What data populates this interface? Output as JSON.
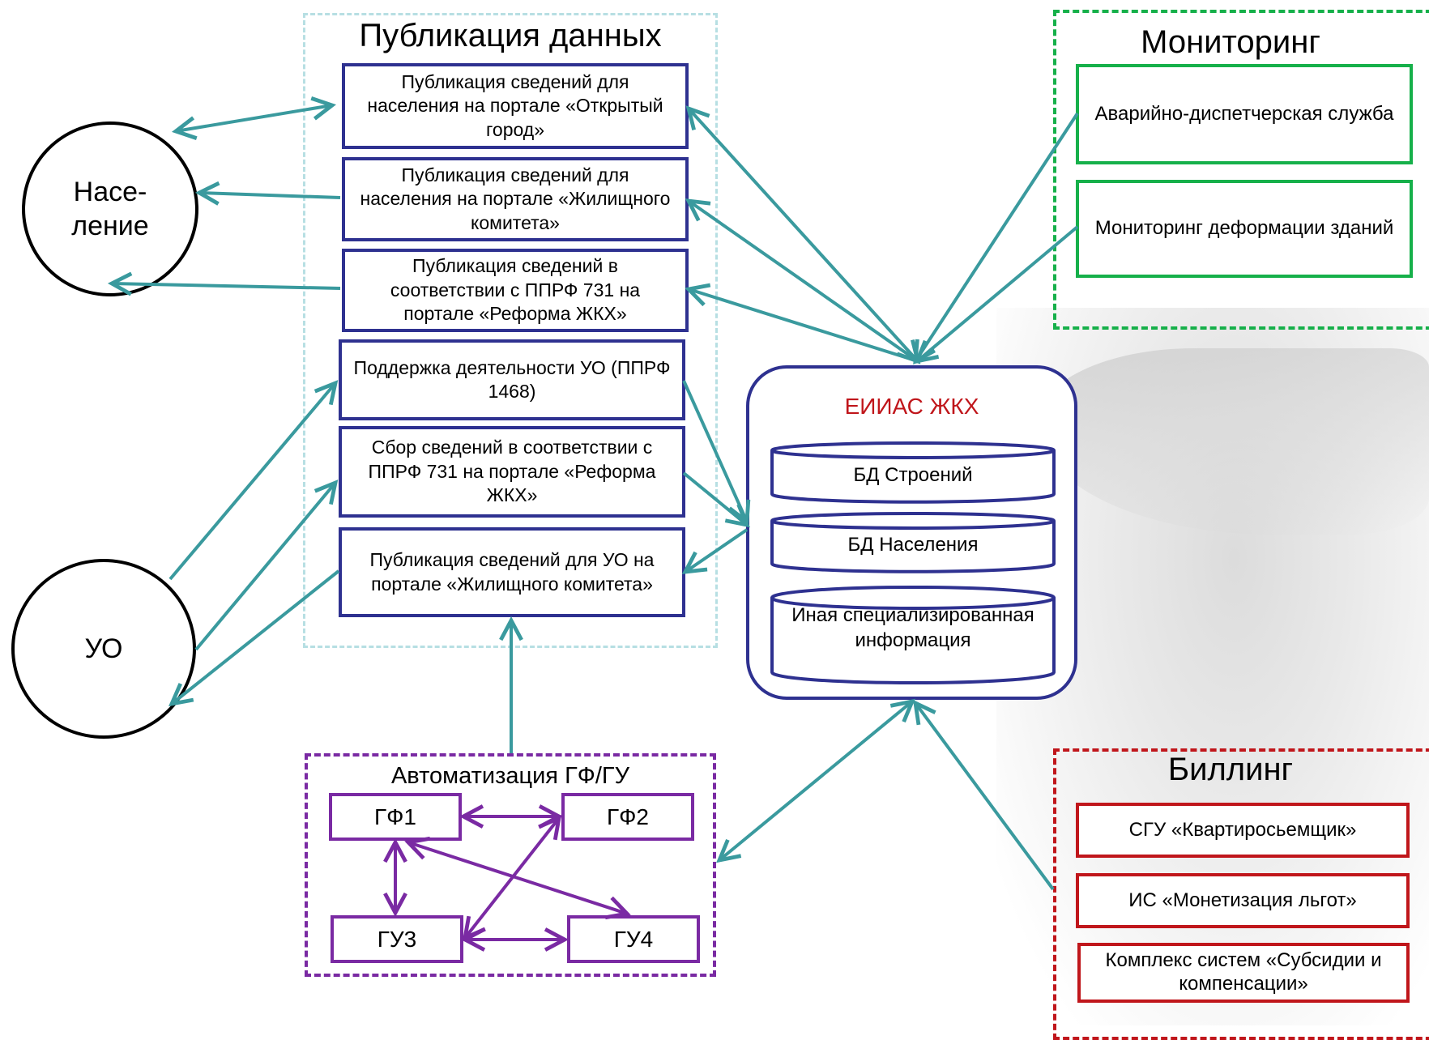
{
  "publication": {
    "title": "Публикация данных",
    "boxes": [
      {
        "text": "Публикация сведений для населения на портале «Открытый город»"
      },
      {
        "text": "Публикация сведений для населения на портале «Жилищного комитета»"
      },
      {
        "text": "Публикация сведений в соответствии с ППРФ 731 на портале «Реформа ЖКХ»"
      },
      {
        "text": "Поддержка деятельности УО (ППРФ 1468)"
      },
      {
        "text": "Сбор сведений в соответствии с ППРФ 731 на портале «Реформа ЖКХ»"
      },
      {
        "text": "Публикация сведений для УО на портале «Жилищного комитета»"
      }
    ]
  },
  "actors": {
    "population": "Насе-ление",
    "uo": "УО"
  },
  "monitoring": {
    "title": "Мониторинг",
    "boxes": [
      "Аварийно-диспетчерская служба",
      "Мониторинг деформации зданий"
    ]
  },
  "core": {
    "title": "ЕИИАС ЖКХ",
    "databases": [
      "БД Строений",
      "БД Населения",
      "Иная специализированная информация"
    ]
  },
  "automation": {
    "title": "Автоматизация ГФ/ГУ",
    "nodes": [
      "ГФ1",
      "ГФ2",
      "ГУ3",
      "ГУ4"
    ]
  },
  "billing": {
    "title": "Биллинг",
    "boxes": [
      "СГУ «Квартиросьемщик»",
      "ИС «Монетизация льгот»",
      "Комплекс систем «Субсидии и компенсации»"
    ]
  },
  "colors": {
    "arrow": "#3a9a9e",
    "publication_border": "#2e3190",
    "publication_group": "#b7dfe3",
    "monitoring": "#16b04a",
    "billing": "#c0161b",
    "automation": "#7a2aa3",
    "core_title": "#c0161b"
  }
}
